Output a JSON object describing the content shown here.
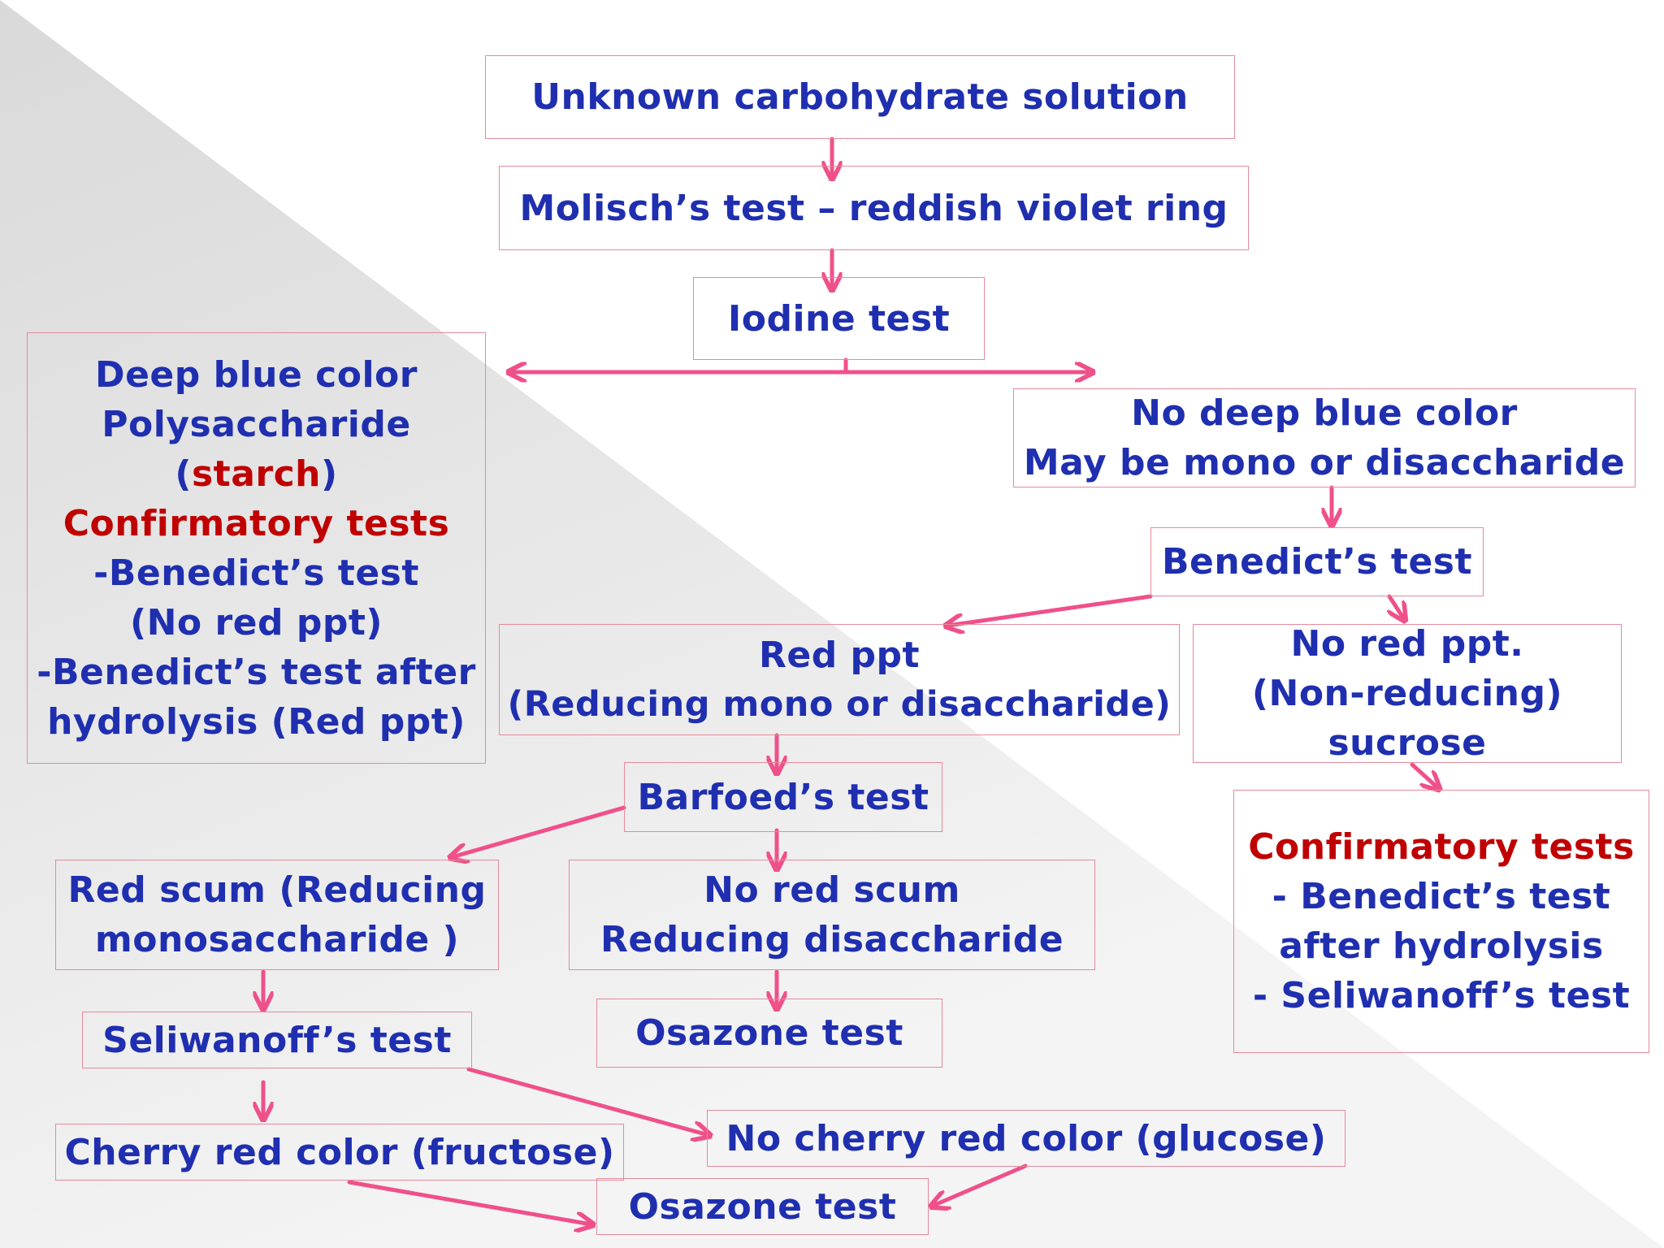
{
  "colors": {
    "text_blue": "#1f2fb0",
    "text_red": "#c00000",
    "arrow": "#f0508a",
    "box_border": "#e58a9c",
    "background_shade": "#e3e3e3"
  },
  "flowchart": {
    "start": "Unknown carbohydrate solution",
    "molisch": "Molisch’s test – reddish violet ring",
    "iodine": "Iodine test",
    "polysaccharide_branch": {
      "line1": "Deep blue color",
      "line2": "Polysaccharide",
      "starch_open": "(",
      "starch": "starch",
      "starch_close": ")",
      "confirm_heading": "Confirmatory tests",
      "test1": "-Benedict’s test",
      "test1_result": "(No red ppt)",
      "test2": "-Benedict’s test after",
      "test2_result": "hydrolysis (Red ppt)"
    },
    "no_blue": {
      "line1": "No deep blue color",
      "line2": "May be mono or disaccharide"
    },
    "benedict": "Benedict’s test",
    "red_ppt": {
      "line1": "Red ppt",
      "line2": "(Reducing mono or disaccharide)"
    },
    "no_red_ppt": {
      "line1": "No red ppt.",
      "line2": "(Non-reducing)",
      "line3": "sucrose"
    },
    "sucrose_confirm": {
      "heading": "Confirmatory tests",
      "line1": "- Benedict’s test",
      "line2": "after hydrolysis",
      "line3": "- Seliwanoff’s test"
    },
    "barfoed": "Barfoed’s test",
    "red_scum": {
      "line1": "Red scum (Reducing",
      "line2": "monosaccharide )"
    },
    "no_red_scum": {
      "line1": "No red scum",
      "line2": "Reducing disaccharide"
    },
    "osazone_1": "Osazone test",
    "seliwanoff": "Seliwanoff’s test",
    "cherry_red": "Cherry red color (fructose)",
    "no_cherry_red": "No cherry red color (glucose)",
    "osazone_2": "Osazone test"
  }
}
